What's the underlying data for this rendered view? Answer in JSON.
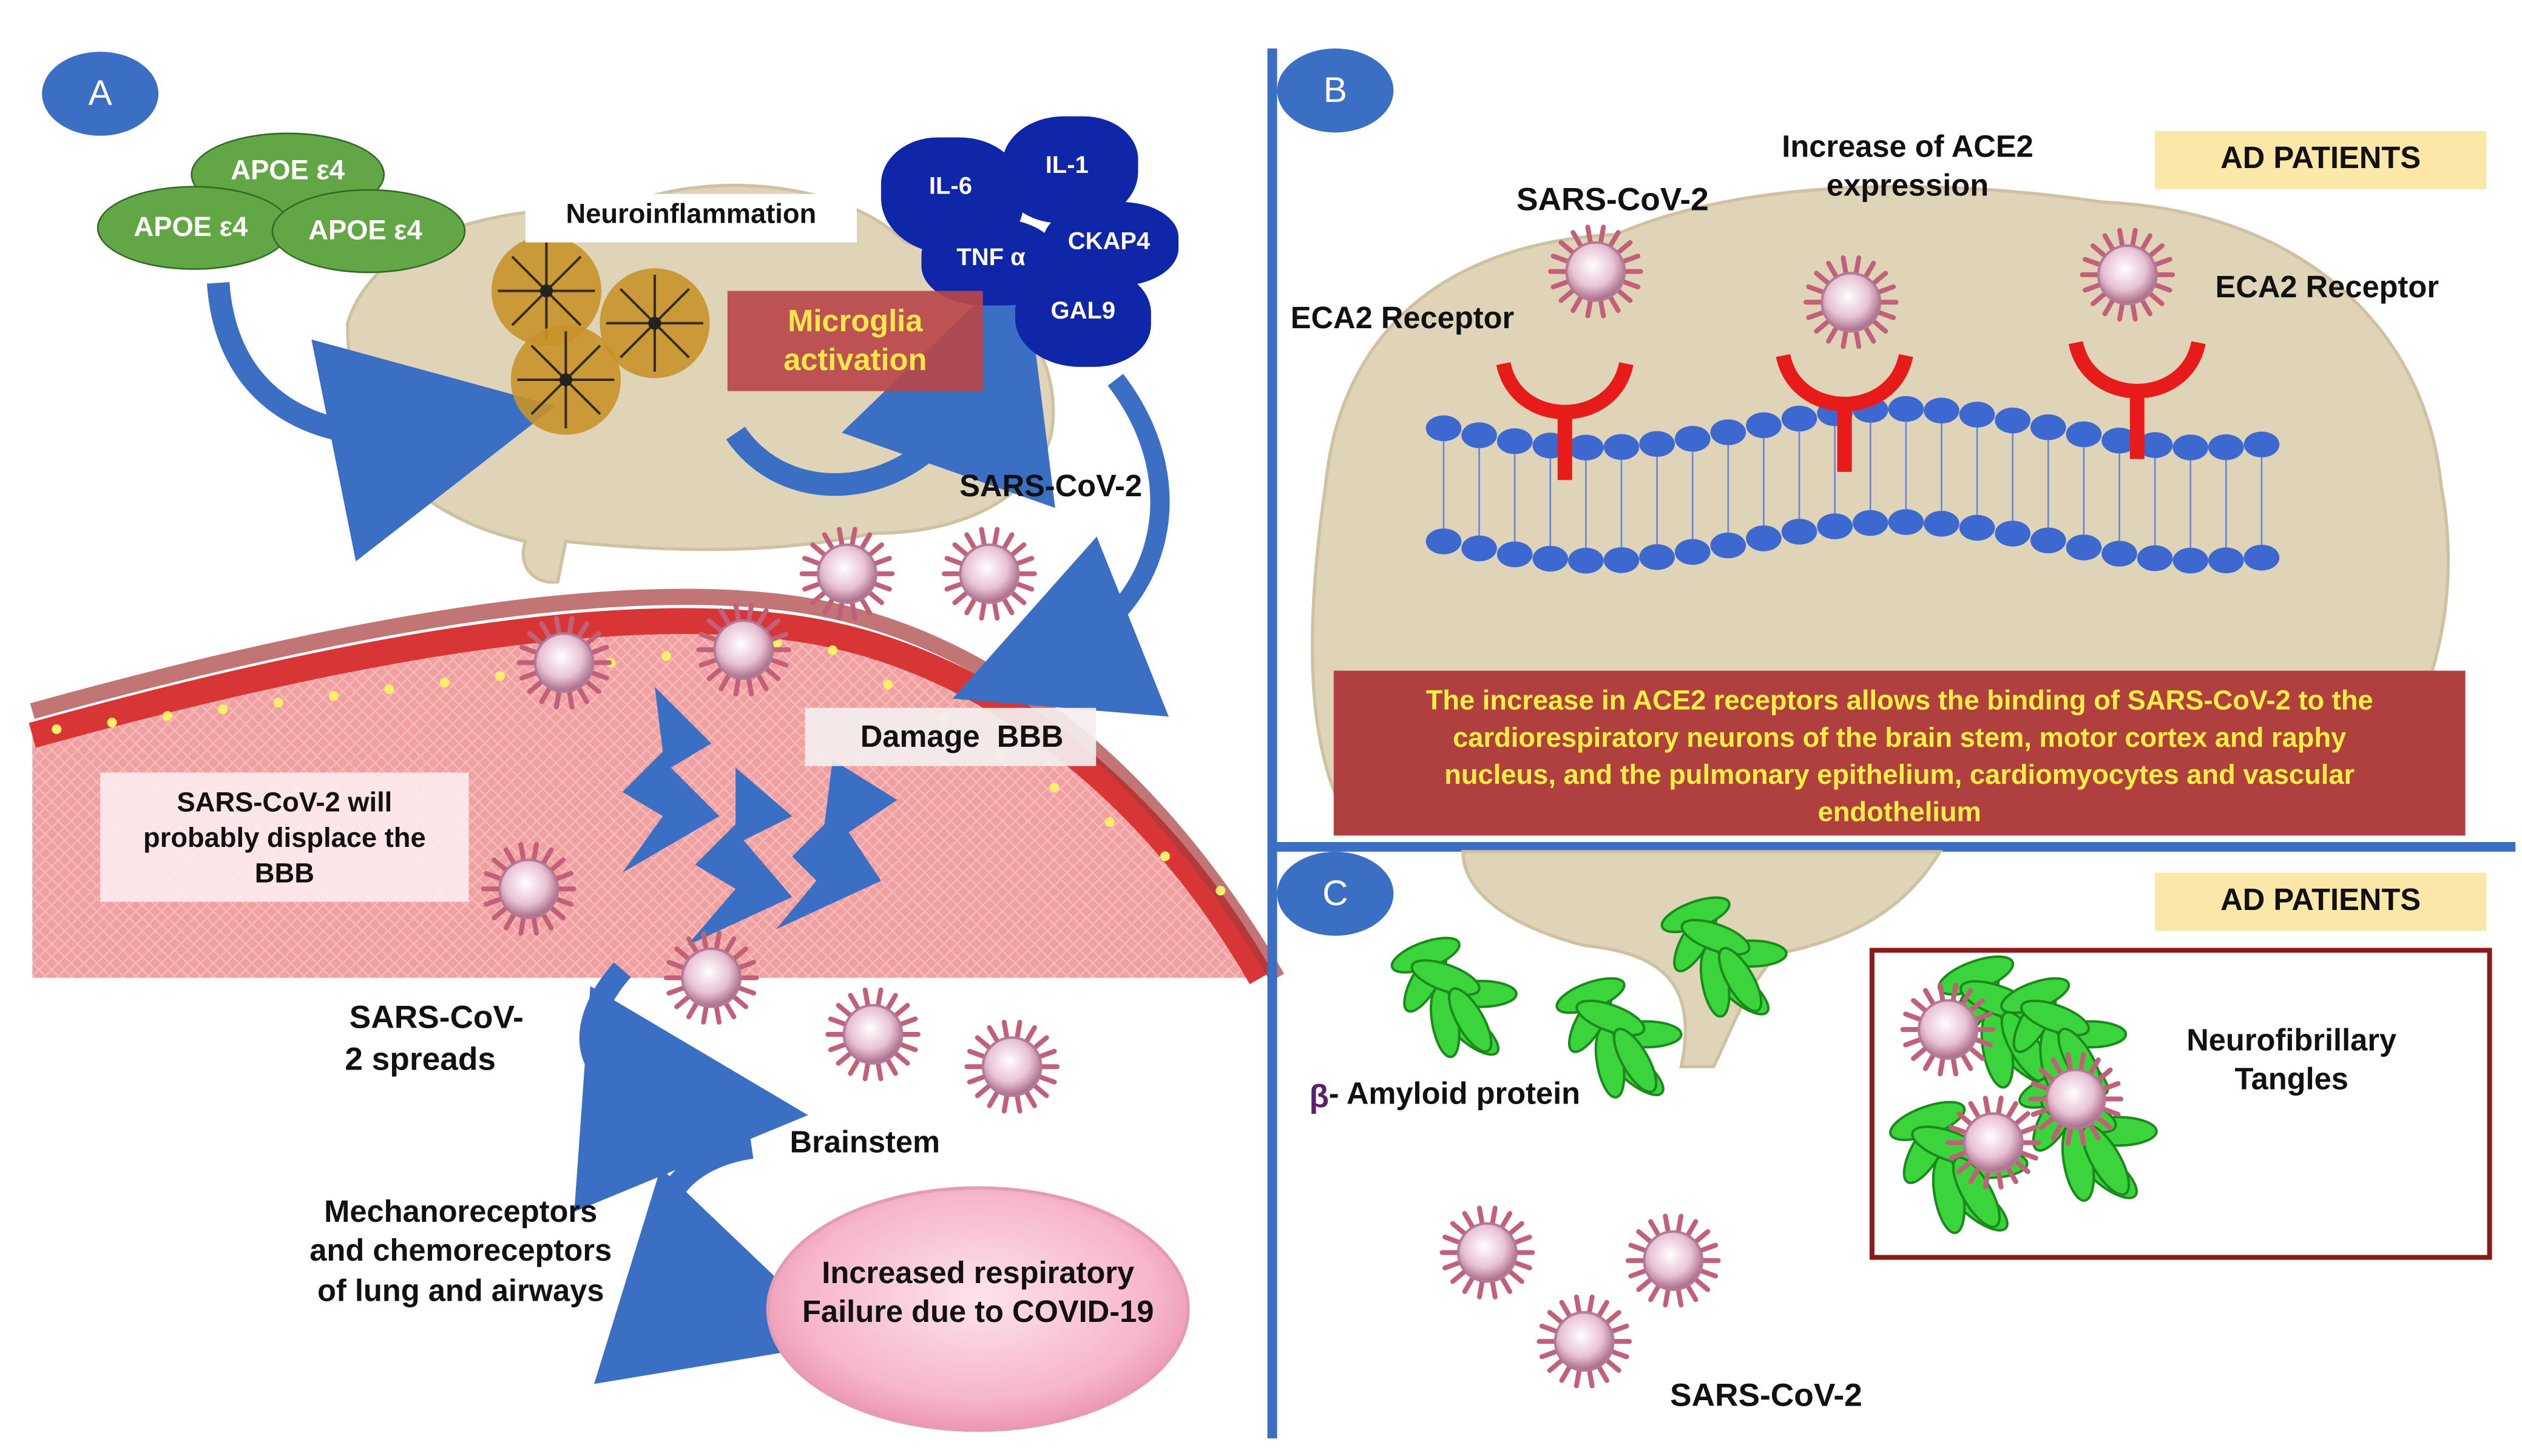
{
  "panels": {
    "a": "A",
    "b": "B",
    "c": "C"
  },
  "apoe": [
    "APOE ε4",
    "APOE ε4",
    "APOE ε4"
  ],
  "cytokines": {
    "il6": "IL-6",
    "il1": "IL-1",
    "tnf": "TNF α",
    "ckap4": "CKAP4",
    "gal9": "GAL9"
  },
  "panel_a": {
    "neuroinflammation": "Neuroinflammation",
    "microglia_line1": "Microglia",
    "microglia_line2": "activation",
    "sars_top": "SARS-CoV-2",
    "damage_bbb": "Damage  BBB",
    "displace_line1": "SARS-CoV-2 will",
    "displace_line2": "probably displace the",
    "displace_line3": "BBB",
    "spreads_line1": "SARS-CoV-",
    "spreads_line2": "2 spreads",
    "brainstem": "Brainstem",
    "mech_line1": "Mechanoreceptors",
    "mech_line2": "and chemoreceptors",
    "mech_line3": "of lung and airways",
    "resp_line1": "Increased respiratory",
    "resp_line2": "Failure due to COVID-19"
  },
  "panel_b": {
    "ace2_line1": "Increase of ACE2",
    "ace2_line2": "expression",
    "sars": "SARS-CoV-2",
    "receptor_left": "ECA2 Receptor",
    "receptor_right": "ECA2 Receptor",
    "ad_patients": "AD PATIENTS",
    "info_line1": "The increase in ACE2 receptors allows the binding of SARS-CoV-2 to the",
    "info_line2": "cardiorespiratory neurons of the brain stem, motor cortex and raphy",
    "info_line3": "nucleus, and the pulmonary epithelium, cardiomyocytes and vascular",
    "info_line4": "endothelium"
  },
  "panel_c": {
    "ad_patients": "AD PATIENTS",
    "beta": "β",
    "amyloid": "- Amyloid protein",
    "tangles_line1": "Neurofibrillary",
    "tangles_line2": "Tangles",
    "sars": "SARS-CoV-2"
  },
  "colors": {
    "panel_circle": "#3b6fc4",
    "divider": "#3b6fc4",
    "brain": "#e0d4b8",
    "apoe_green": "#63a646",
    "cytokine_blue": "#0f26a8",
    "microglia_box": "#b8464a",
    "microglia_text": "#ffe74a",
    "vessel_red": "#e34d4d",
    "info_box": "#b0403f",
    "info_text": "#ffee44",
    "tag_bg": "#fbe7a7",
    "receptor_red": "#e81b1b",
    "lipid_blue": "#3d68d0",
    "amyloid_green": "#3cd43c",
    "tangles_border": "#8b1a1a"
  }
}
